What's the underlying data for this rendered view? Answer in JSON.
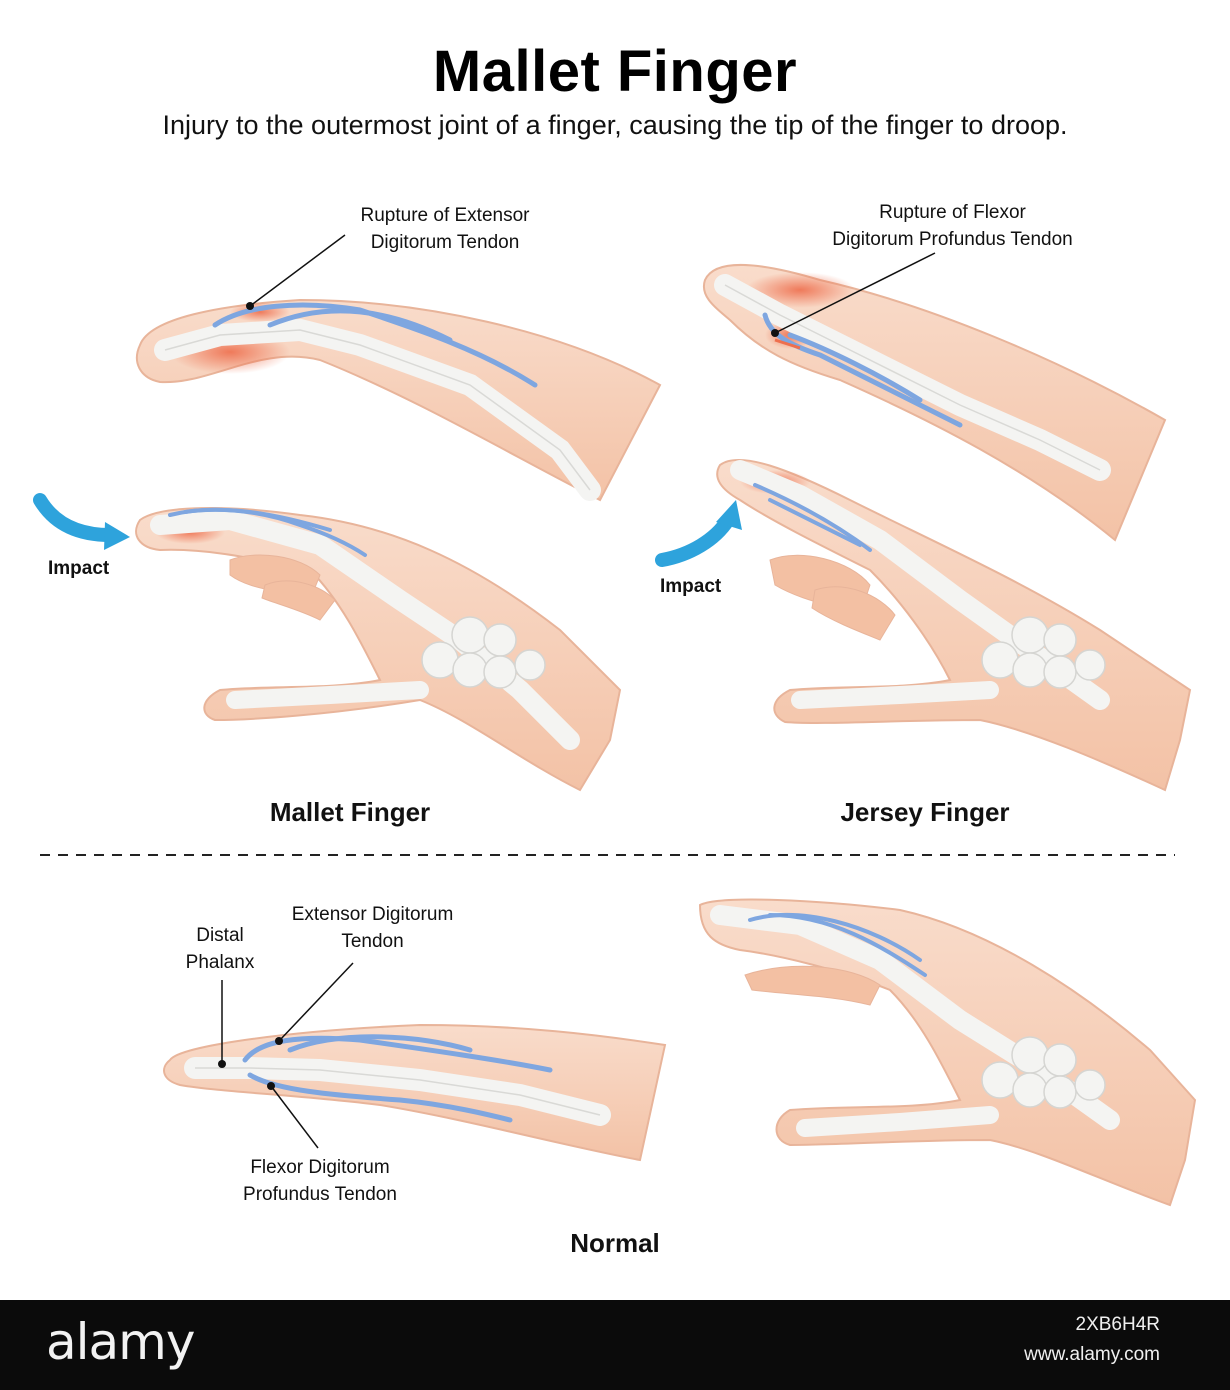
{
  "title": "Mallet Finger",
  "subtitle": "Injury to the outermost joint of a finger, causing the tip of the finger to droop.",
  "panels": {
    "mallet": {
      "rupture_label_line1": "Rupture of Extensor",
      "rupture_label_line2": "Digitorum Tendon",
      "impact": "Impact",
      "caption": "Mallet Finger"
    },
    "jersey": {
      "rupture_label_line1": "Rupture of Flexor",
      "rupture_label_line2": "Digitorum Profundus Tendon",
      "impact": "Impact",
      "caption": "Jersey Finger"
    },
    "normal": {
      "distal_line1": "Distal",
      "distal_line2": "Phalanx",
      "extensor_line1": "Extensor Digitorum",
      "extensor_line2": "Tendon",
      "flexor_line1": "Flexor Digitorum",
      "flexor_line2": "Profundus Tendon",
      "caption": "Normal"
    }
  },
  "footer": {
    "brand": "alamy",
    "image_id": "2XB6H4R",
    "site": "www.alamy.com"
  },
  "colors": {
    "skin": "#f6cdb4",
    "skin_edge": "#e9a98c",
    "bone": "#f4f4f2",
    "tendon": "#7ea6e0",
    "injury": "#ef7a5a",
    "arrow": "#2ea3dc"
  }
}
